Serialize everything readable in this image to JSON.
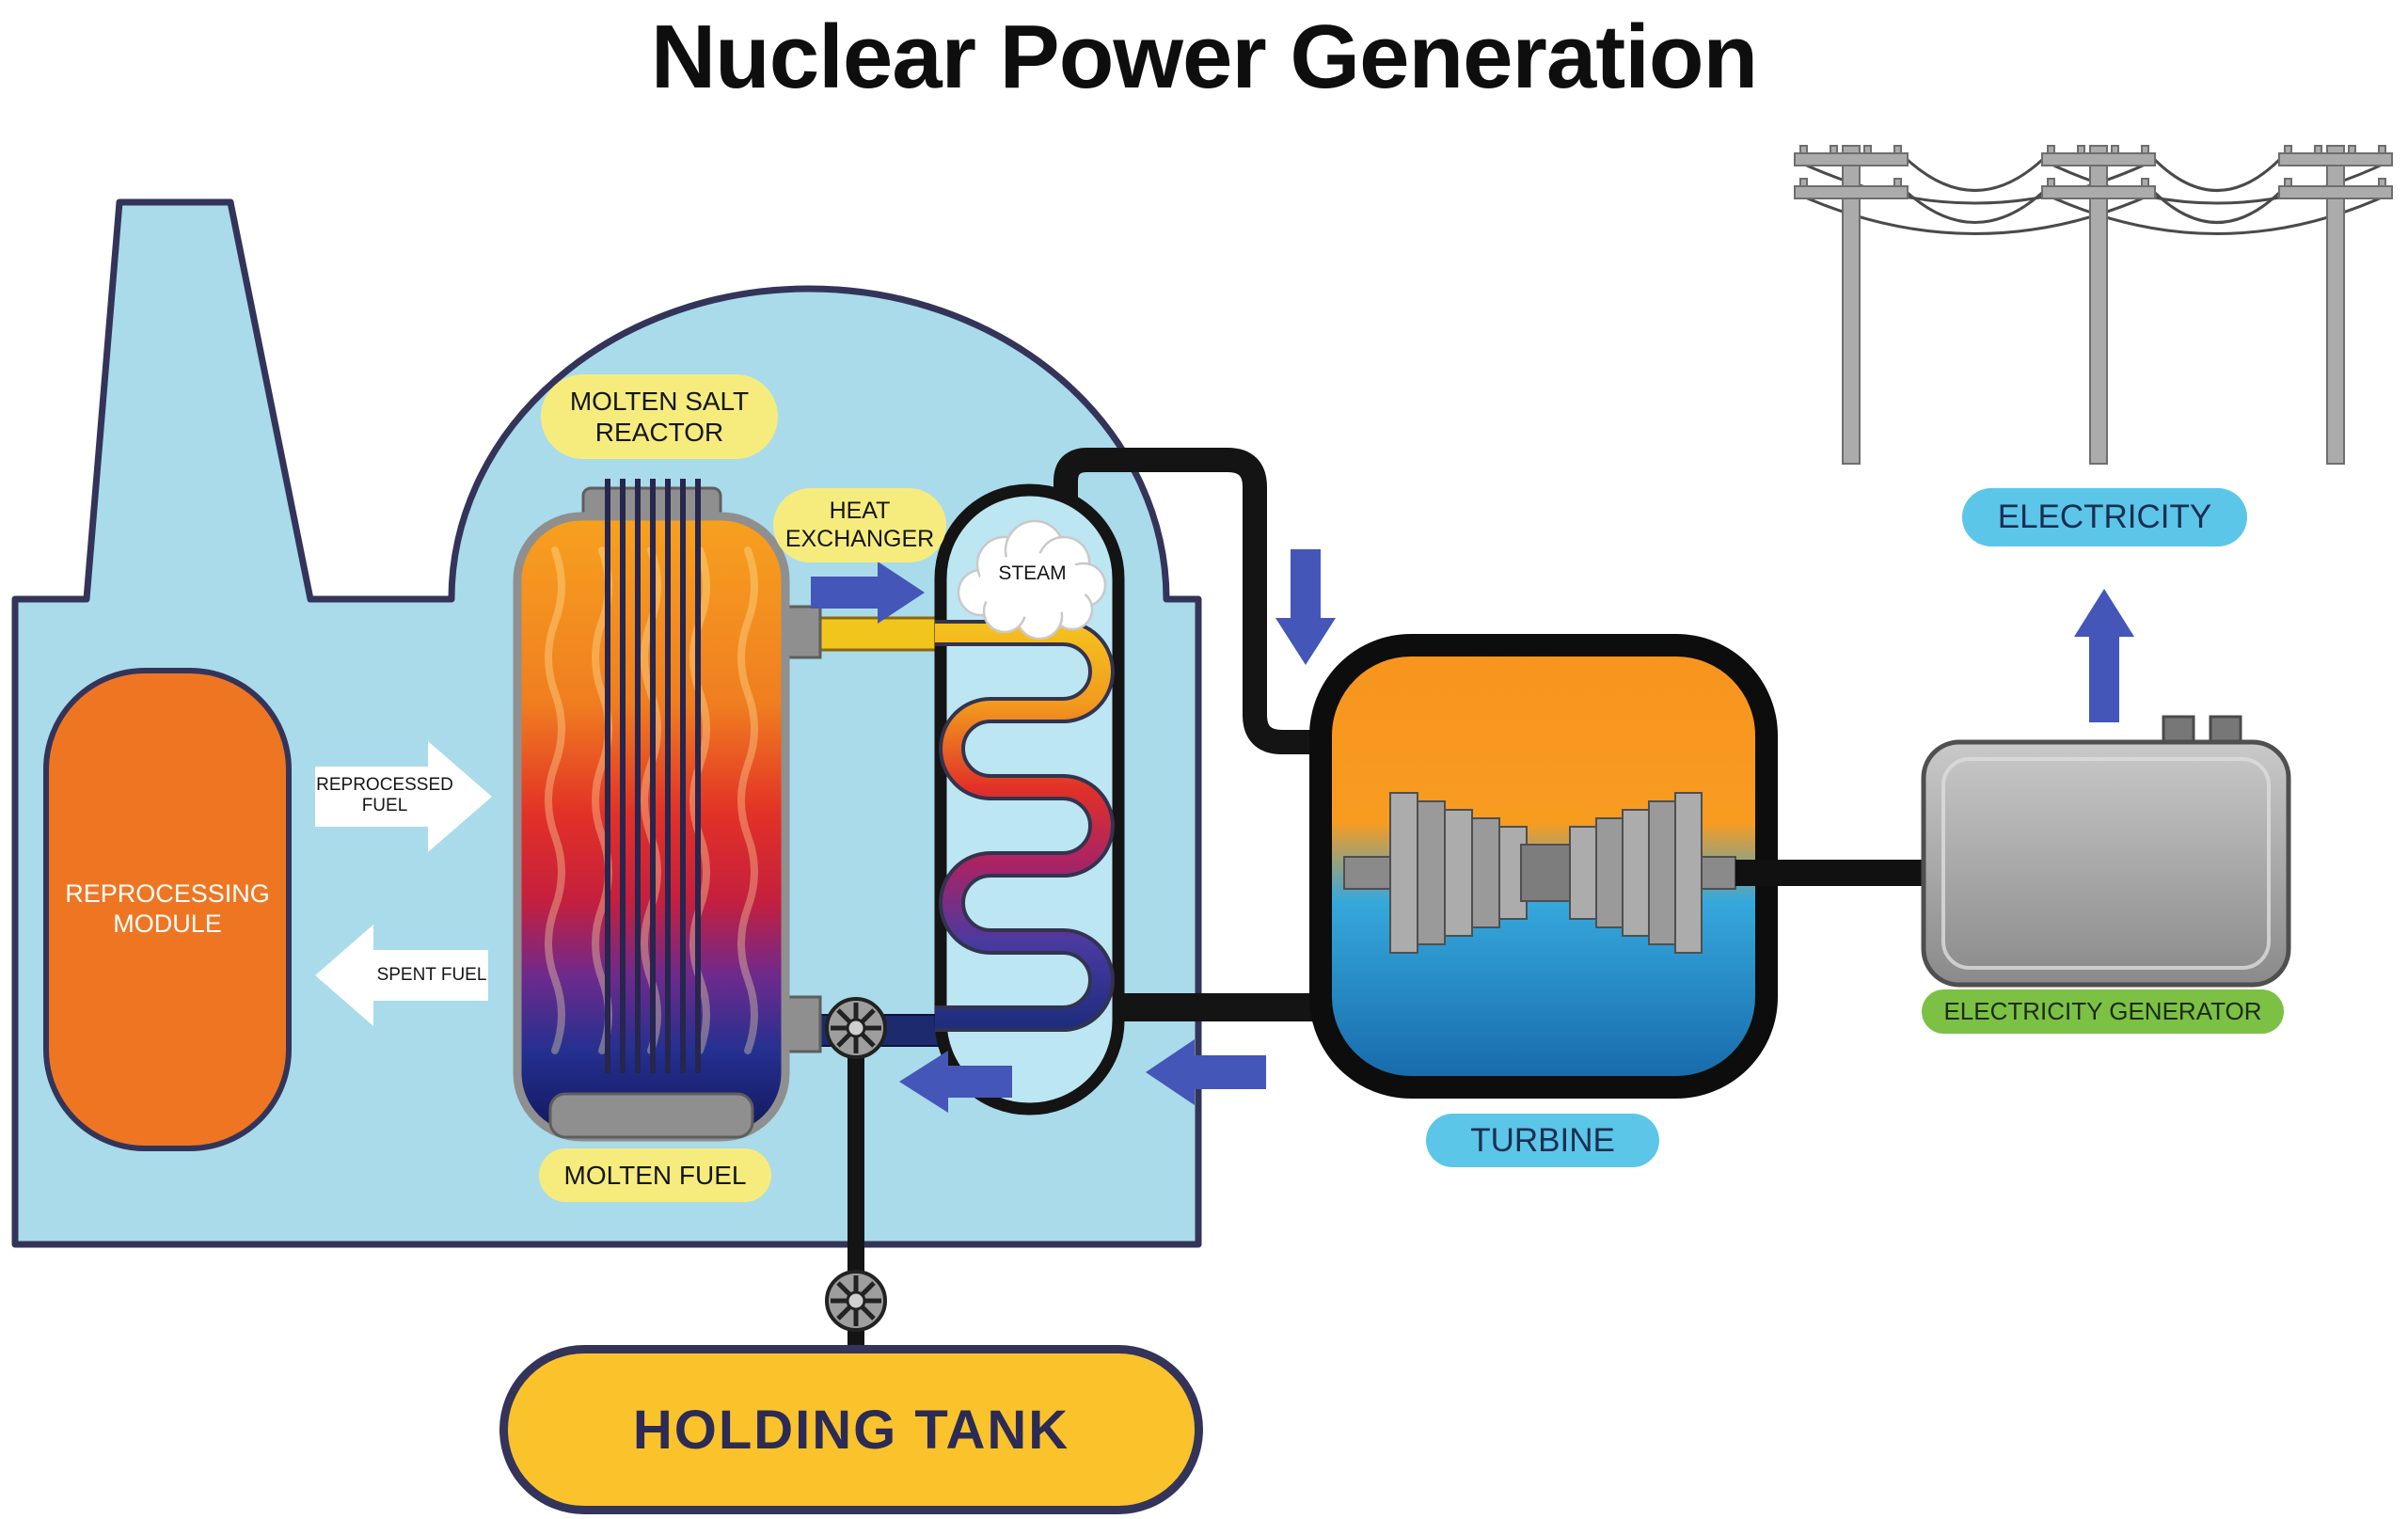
{
  "title": "Nuclear Power Generation",
  "building": {
    "reprocessing_module_label": "REPROCESSING\nMODULE",
    "reprocessed_fuel_label": "REPROCESSED\nFUEL",
    "spent_fuel_label": "SPENT FUEL",
    "molten_salt_reactor_label": "MOLTEN SALT\nREACTOR",
    "molten_fuel_label": "MOLTEN FUEL",
    "heat_exchanger_label": "HEAT\nEXCHANGER",
    "steam_label": "STEAM"
  },
  "plant": {
    "turbine_label": "TURBINE",
    "electricity_generator_label": "ELECTRICITY GENERATOR",
    "electricity_label": "ELECTRICITY",
    "holding_tank_label": "HOLDING TANK"
  },
  "colors": {
    "building_blue": "#A9DBEA",
    "outline_navy": "#34345A",
    "module_orange": "#EE7623",
    "pill_yellow": "#F6EC7E",
    "tank_yellow": "#FBC32B",
    "label_blue": "#5BC6E8",
    "label_green": "#7CC143",
    "arrow_blue": "#4456B8",
    "turbine_orange": "#F7941E",
    "turbine_blue": "#1B75BC",
    "steel_gray": "#9A9A9A"
  }
}
